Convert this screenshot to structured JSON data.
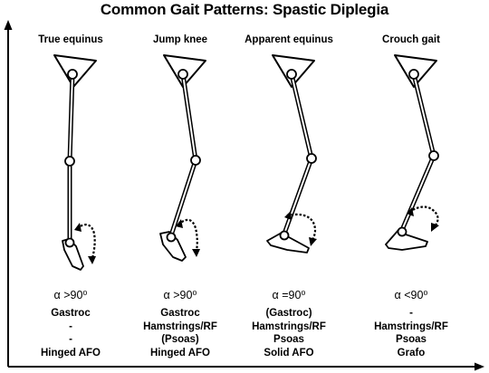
{
  "title": "Common Gait Patterns: Spastic Diplegia",
  "patterns": [
    {
      "name": "True equinus",
      "angle": "α >90⁰",
      "lines": [
        "Gastroc",
        "-",
        "-",
        "Hinged AFO"
      ]
    },
    {
      "name": "Jump knee",
      "angle": "α >90⁰",
      "lines": [
        "Gastroc",
        "Hamstrings/RF",
        "(Psoas)",
        "Hinged AFO"
      ]
    },
    {
      "name": "Apparent equinus",
      "angle": "α =90⁰",
      "lines": [
        "(Gastroc)",
        "Hamstrings/RF",
        "Psoas",
        "Solid AFO"
      ]
    },
    {
      "name": "Crouch gait",
      "angle": "α <90⁰",
      "lines": [
        "-",
        "Hamstrings/RF",
        "Psoas",
        "Grafo"
      ]
    }
  ]
}
